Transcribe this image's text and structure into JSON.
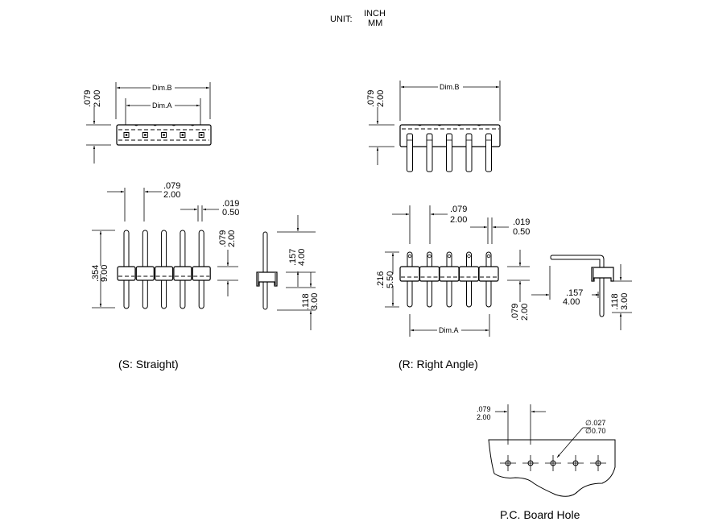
{
  "unit": {
    "label": "UNIT:",
    "primary": "INCH",
    "secondary": "MM"
  },
  "straight": {
    "caption": "(S: Straight)",
    "top_view": {
      "height_in": ".079",
      "height_mm": "2.00",
      "dim_b": "Dim.B",
      "dim_a": "Dim.A"
    },
    "front_view": {
      "pitch_in": ".079",
      "pitch_mm": "2.00",
      "pin_width_in": ".019",
      "pin_width_mm": "0.50",
      "total_length_in": ".354",
      "total_length_mm": "9.00",
      "body_height_in": ".079",
      "body_height_mm": "2.00"
    },
    "side_view": {
      "upper_in": ".157",
      "upper_mm": "4.00",
      "lower_in": ".118",
      "lower_mm": "3.00"
    }
  },
  "right_angle": {
    "caption": "(R: Right Angle)",
    "top_view": {
      "height_in": ".079",
      "height_mm": "2.00",
      "dim_b": "Dim.B"
    },
    "front_view": {
      "pitch_in": ".079",
      "pitch_mm": "2.00",
      "pin_width_in": ".019",
      "pin_width_mm": "0.50",
      "total_height_in": ".216",
      "total_height_mm": "5.50",
      "body_height_in": ".079",
      "body_height_mm": "2.00",
      "dim_a": "Dim.A"
    },
    "side_view": {
      "horizontal_in": ".157",
      "horizontal_mm": "4.00",
      "lower_in": ".118",
      "lower_mm": "3.00"
    }
  },
  "pcb": {
    "caption": "P.C. Board Hole",
    "pitch_in": ".079",
    "pitch_mm": "2.00",
    "hole_in": "∅.027",
    "hole_mm": "∅0.70"
  },
  "pin_count": 5
}
